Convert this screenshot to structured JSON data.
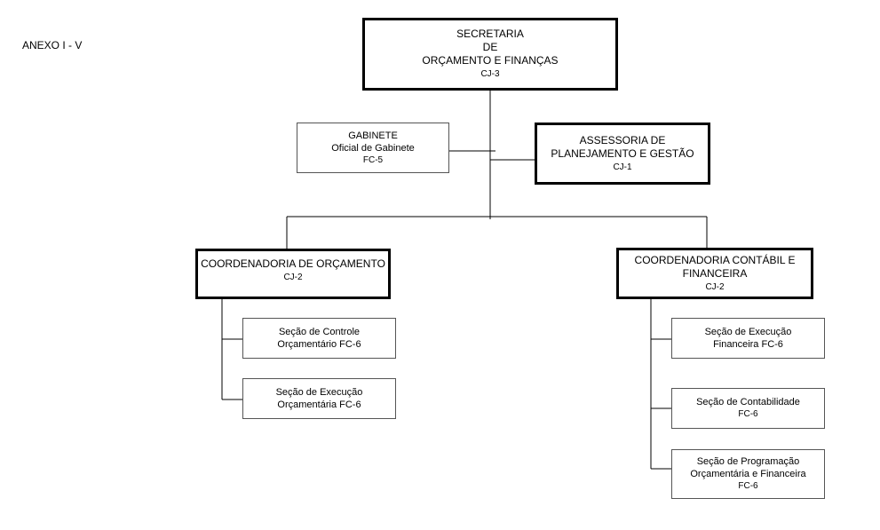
{
  "annex_label": "ANEXO I - V",
  "boxes": {
    "secretaria": {
      "lines": [
        "SECRETARIA",
        "DE",
        "ORÇAMENTO E FINANÇAS"
      ],
      "code": "CJ-3"
    },
    "gabinete": {
      "lines": [
        "GABINETE",
        "Oficial de Gabinete"
      ],
      "code": "FC-5"
    },
    "assessoria": {
      "lines": [
        "ASSESSORIA DE",
        "PLANEJAMENTO E GESTÃO"
      ],
      "code": "CJ-1"
    },
    "coord_orcamento": {
      "lines": [
        "COORDENADORIA DE ORÇAMENTO"
      ],
      "code": "CJ-2"
    },
    "coord_contabil": {
      "lines": [
        "COORDENADORIA CONTÁBIL E",
        "FINANCEIRA"
      ],
      "code": "CJ-2"
    },
    "secao_controle": {
      "lines": [
        "Seção de Controle",
        "Orçamentário FC-6"
      ]
    },
    "secao_exec_orc": {
      "lines": [
        "Seção de Execução",
        "Orçamentária FC-6"
      ]
    },
    "secao_exec_fin": {
      "lines": [
        "Seção de Execução",
        "Financeira FC-6"
      ]
    },
    "secao_contab": {
      "lines": [
        "Seção de Contabilidade"
      ],
      "code": "FC-6"
    },
    "secao_prog": {
      "lines": [
        "Seção de Programação",
        "Orçamentária e Financeira"
      ],
      "code": "FC-6"
    }
  }
}
